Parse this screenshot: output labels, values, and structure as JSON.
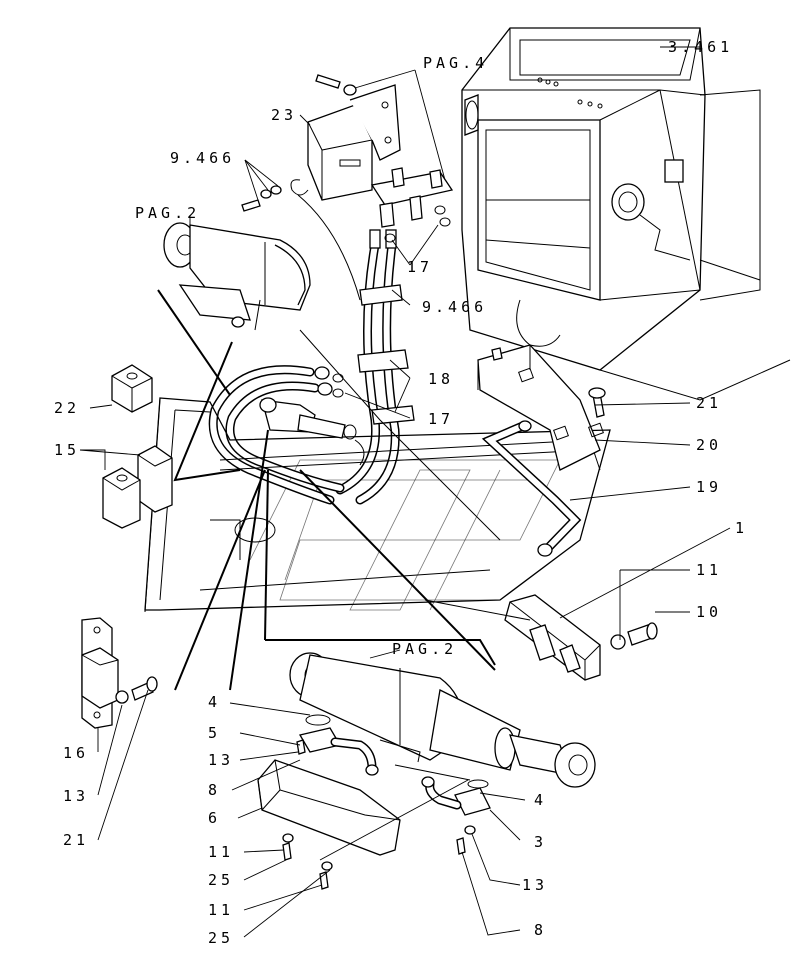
{
  "diagram": {
    "callouts": [
      {
        "id": "c-3461",
        "text": "3.461"
      },
      {
        "id": "c-pag4",
        "text": "PAG.4"
      },
      {
        "id": "c-23",
        "text": "23"
      },
      {
        "id": "c-9466a",
        "text": "9.466"
      },
      {
        "id": "c-pag2a",
        "text": "PAG.2"
      },
      {
        "id": "c-17a",
        "text": "17"
      },
      {
        "id": "c-9466b",
        "text": "9.466"
      },
      {
        "id": "c-18",
        "text": "18"
      },
      {
        "id": "c-17b",
        "text": "17"
      },
      {
        "id": "c-22",
        "text": "22"
      },
      {
        "id": "c-15",
        "text": "15"
      },
      {
        "id": "c-21a",
        "text": "21"
      },
      {
        "id": "c-20",
        "text": "20"
      },
      {
        "id": "c-19",
        "text": "19"
      },
      {
        "id": "c-1",
        "text": "1"
      },
      {
        "id": "c-11a",
        "text": "11"
      },
      {
        "id": "c-10",
        "text": "10"
      },
      {
        "id": "c-pag2b",
        "text": "PAG.2"
      },
      {
        "id": "c-4a",
        "text": "4"
      },
      {
        "id": "c-5",
        "text": "5"
      },
      {
        "id": "c-13a",
        "text": "13"
      },
      {
        "id": "c-8a",
        "text": "8"
      },
      {
        "id": "c-6",
        "text": "6"
      },
      {
        "id": "c-11b",
        "text": "11"
      },
      {
        "id": "c-25a",
        "text": "25"
      },
      {
        "id": "c-11c",
        "text": "11"
      },
      {
        "id": "c-25b",
        "text": "25"
      },
      {
        "id": "c-16",
        "text": "16"
      },
      {
        "id": "c-13b",
        "text": "13"
      },
      {
        "id": "c-21b",
        "text": "21"
      },
      {
        "id": "c-4b",
        "text": "4"
      },
      {
        "id": "c-3",
        "text": "3"
      },
      {
        "id": "c-13c",
        "text": "13"
      },
      {
        "id": "c-8b",
        "text": "8"
      }
    ]
  }
}
